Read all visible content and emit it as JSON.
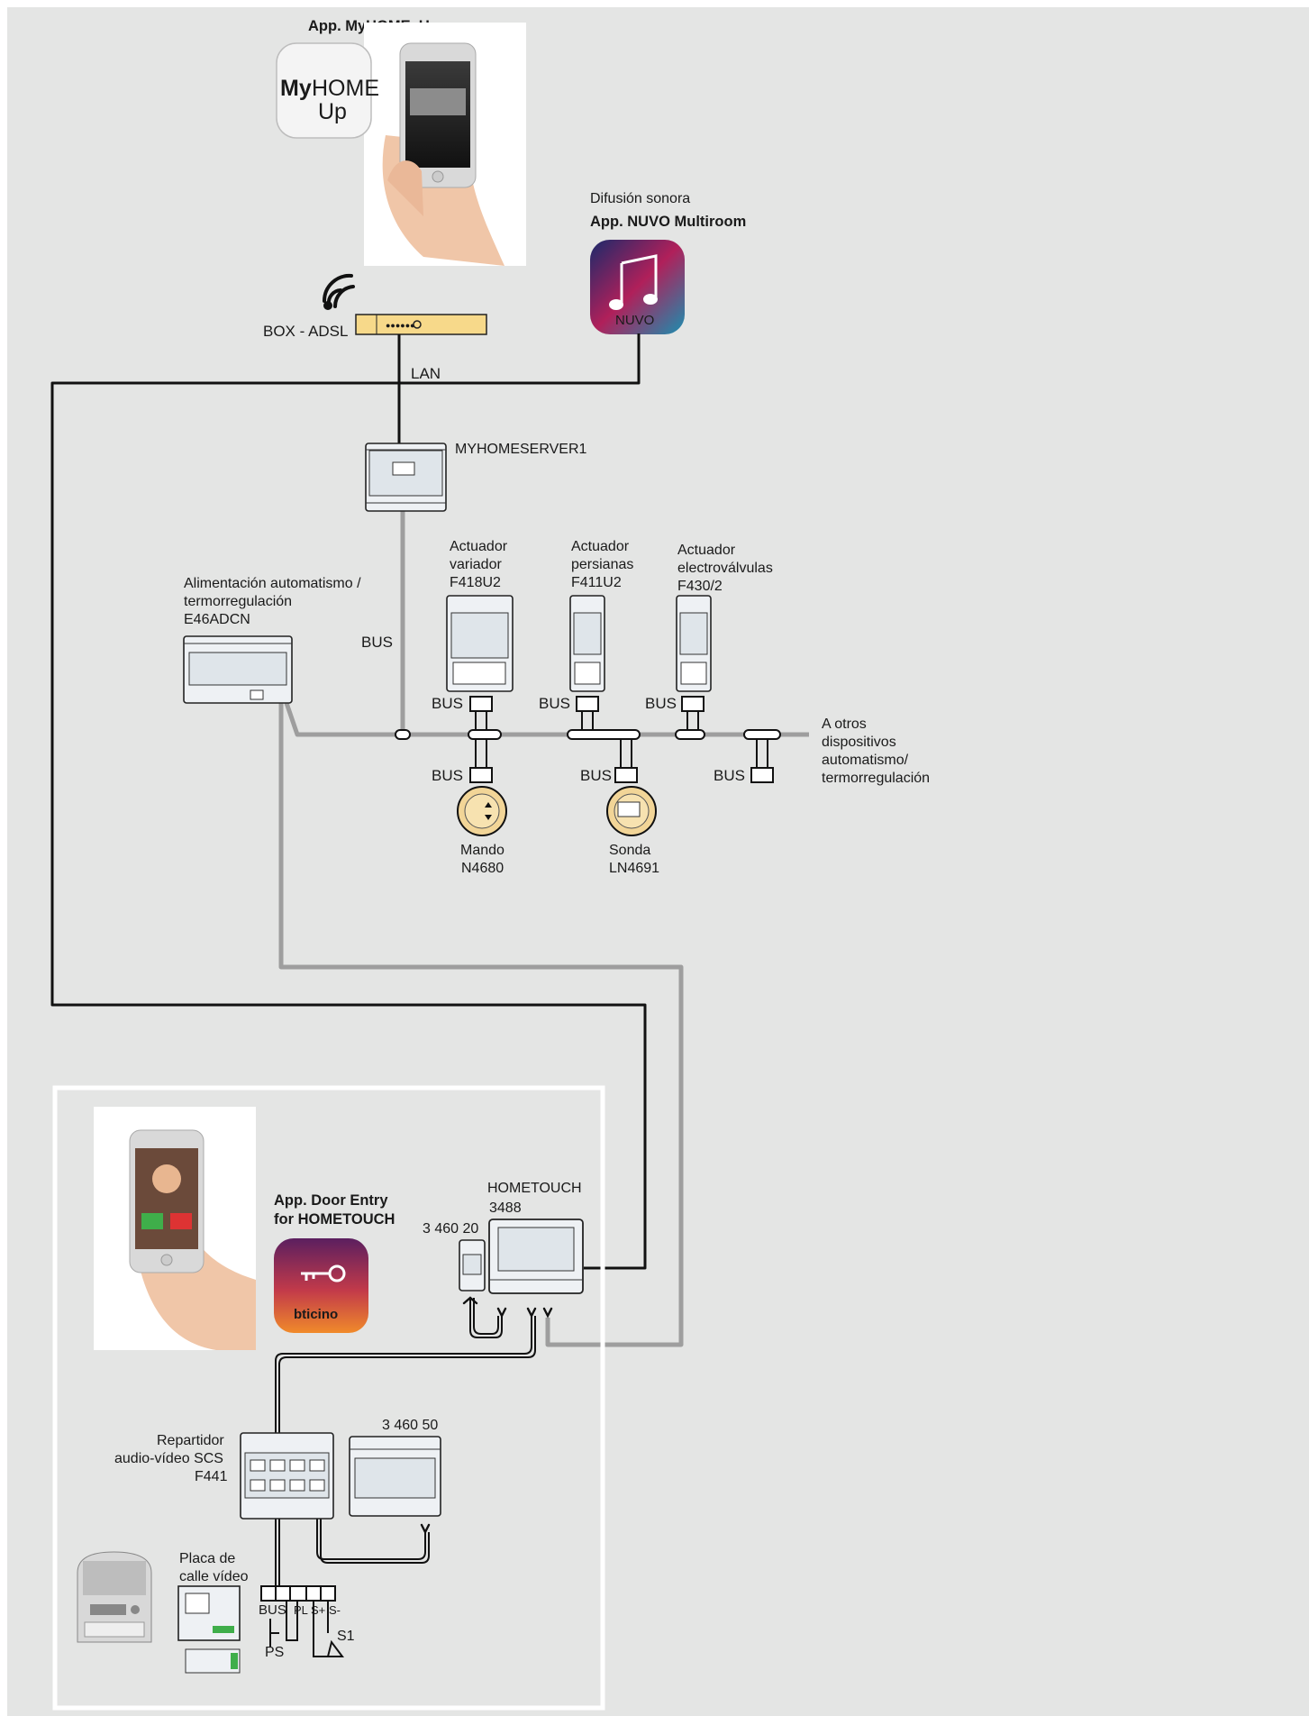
{
  "colors": {
    "page_background": "#e4e5e4",
    "frame": "#ffffff",
    "bus_cable": "#9e9e9e",
    "lan_cable": "#111111",
    "device_gold": "#f2d597",
    "router_fill": "#f7d98a"
  },
  "apps": {
    "myhome_up": {
      "title": "App. MyHOME_Up",
      "icon_line1": "My",
      "icon_line1b": "HOME",
      "icon_line2": "Up"
    },
    "nuvo": {
      "caption": "Difusión sonora",
      "title": "App. NUVO Multiroom",
      "icon_text": "NUVO"
    },
    "door_entry": {
      "title_line1": "App. Door Entry",
      "title_line2": "for HOMETOUCH",
      "icon_text": "bticino"
    }
  },
  "router": {
    "label": "BOX - ADSL"
  },
  "labels": {
    "lan": "LAN",
    "bus_vertical": "BUS",
    "bus_terminal": "BUS"
  },
  "devices": {
    "server": {
      "label": "MYHOMESERVER1"
    },
    "power_supply": {
      "line1": "Alimentación automatismo /",
      "line2": "termorregulación",
      "line3": "E46ADCN"
    },
    "dimmer": {
      "line1": "Actuador",
      "line2": "variador",
      "line3": "F418U2"
    },
    "shutter": {
      "line1": "Actuador",
      "line2": "persianas",
      "line3": "F411U2"
    },
    "valve": {
      "line1": "Actuador",
      "line2": "electroválvulas",
      "line3": "F430/2"
    },
    "command": {
      "line1": "Mando",
      "line2": "N4680"
    },
    "probe": {
      "line1": "Sonda",
      "line2": "LN4691"
    },
    "others": {
      "line1": "A otros",
      "line2": "dispositivos",
      "line3": "automatismo/",
      "line4": "termorregulación"
    },
    "hometouch": {
      "line1": "HOMETOUCH",
      "line2": "3488"
    },
    "psu_small": {
      "label": "3 460 20"
    },
    "psu_large": {
      "label": "3 460 50"
    },
    "distributor": {
      "line1": "Repartidor",
      "line2": "audio-vídeo SCS",
      "line3": "F441"
    },
    "street_panel": {
      "line1": "Placa de",
      "line2": "calle vídeo"
    },
    "terminals": {
      "bus": "BUS",
      "pl": "PL",
      "s_plus": "S+",
      "s_minus": "S-",
      "ps": "PS",
      "s1": "S1"
    }
  }
}
